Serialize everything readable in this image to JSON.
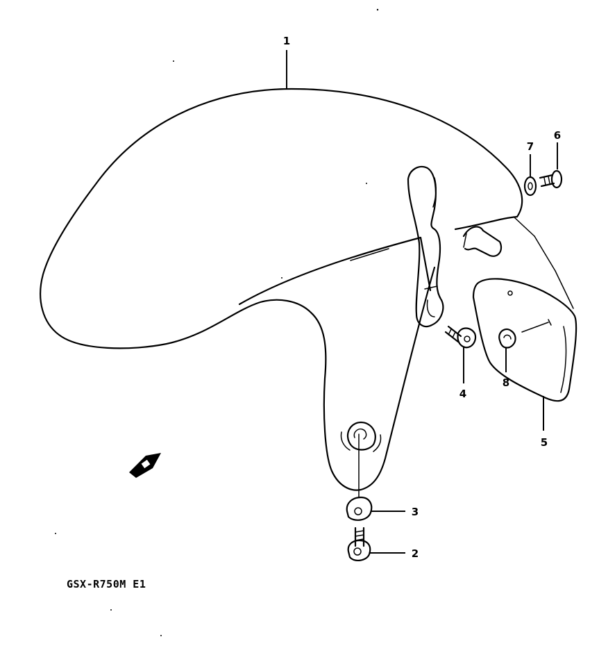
{
  "callouts": {
    "part_1": "1",
    "part_2": "2",
    "part_3": "3",
    "part_4": "4",
    "part_5": "5",
    "part_6": "6",
    "part_7": "7",
    "part_8": "8"
  },
  "model_label": "GSX-R750M E1",
  "colors": {
    "line": "#000000",
    "background": "#ffffff"
  }
}
